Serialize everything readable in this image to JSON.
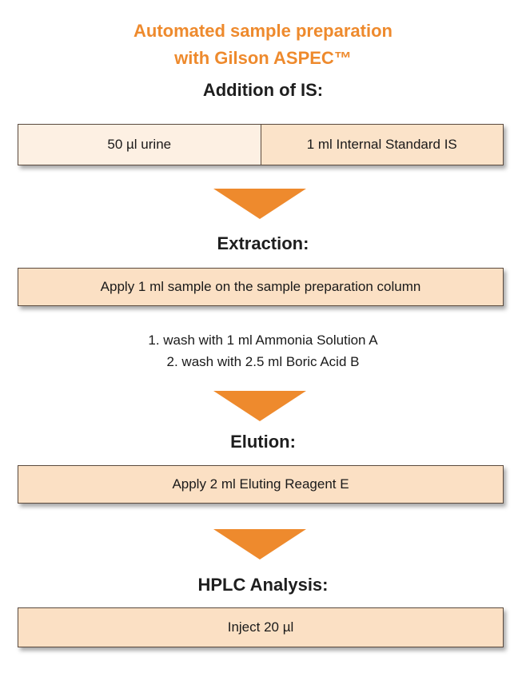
{
  "title": {
    "line1": "Automated sample preparation",
    "line2": "with Gilson ASPEC™"
  },
  "sections": {
    "addition": {
      "heading": "Addition of IS:",
      "left": "50 µl urine",
      "right": "1 ml Internal Standard IS"
    },
    "extraction": {
      "heading": "Extraction:",
      "box": "Apply 1 ml sample on the sample preparation column",
      "steps": [
        "1. wash with 1 ml Ammonia Solution A",
        "2. wash with 2.5 ml Boric Acid B"
      ]
    },
    "elution": {
      "heading": "Elution:",
      "box": "Apply 2 ml Eluting Reagent E"
    },
    "hplc": {
      "heading": "HPLC Analysis:",
      "box": "Inject 20 µl"
    }
  },
  "colors": {
    "accent": "#ee8a2d",
    "box_fill": "#fbe0c4",
    "box_border": "#5a4a3e"
  }
}
